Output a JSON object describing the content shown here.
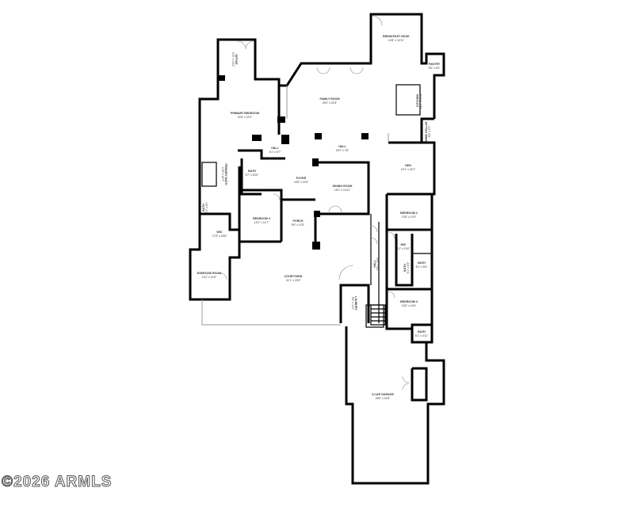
{
  "watermark": "©2026 ARMLS",
  "rooms": {
    "office": {
      "name": "OFFICE",
      "dim": "10'0\" x 13'3\""
    },
    "breakfast_nook": {
      "name": "BREAKFAST NOOK",
      "dim": "14'8\" x 13'11\""
    },
    "pantry": {
      "name": "PANTRY",
      "dim": "5'5\" x 6'5\""
    },
    "family_room": {
      "name": "FAMILY ROOM",
      "dim": "26'0\" x 20'5\""
    },
    "kitchen": {
      "name": "KITCHEN",
      "dim": "18'1\" x 20'10\""
    },
    "primary_bedroom": {
      "name": "PRIMARY BEDROOM",
      "dim": "22'8\" x 22'3\""
    },
    "hall_1": {
      "name": "HALL",
      "dim": "6'1\" x 6'7\""
    },
    "hall_2": {
      "name": "HALL",
      "dim": "15'0\" x 7'8\""
    },
    "wine_cellar": {
      "name": "WINE CELLAR",
      "dim": "4'6\" x 9'7\""
    },
    "den": {
      "name": "DEN",
      "dim": "19'1\" x 22'2\""
    },
    "bath_1": {
      "name": "BATH",
      "dim": "8'7\" x 8'10\""
    },
    "primary_bath": {
      "name": "PRIMARY BATH",
      "dim": "11'8\" x 16'7\""
    },
    "foyer": {
      "name": "FOYER",
      "dim": "15'8\" x 19'0\""
    },
    "dining_room": {
      "name": "DINING ROOM",
      "dim": "15'2\" x 14'11\""
    },
    "bath_2": {
      "name": "BATH",
      "dim": "5'1\" x 8'0\""
    },
    "bedroom_4": {
      "name": "BEDROOM 4",
      "dim": "13'2\" x 14'7\""
    },
    "porch": {
      "name": "PORCH",
      "dim": "9'8\" x 12'5\""
    },
    "wic_1": {
      "name": "WIC",
      "dim": "17'8\" x 18'8\""
    },
    "bedroom_2": {
      "name": "BEDROOM 2",
      "dim": "13'6\" x 12'9\""
    },
    "exercise_room": {
      "name": "EXERCISE ROOM",
      "dim": "9'11\" x 13'6\""
    },
    "courtyard": {
      "name": "COURTYARD",
      "dim": "41'1\" x 32'8\""
    },
    "hall_3": {
      "name": "HALL",
      "dim": "7'8\" x 28'3\""
    },
    "wic_2": {
      "name": "WIC",
      "dim": "5'1\" x 5'10\""
    },
    "bath_3": {
      "name": "BATH",
      "dim": "8'1\" x 5'6\""
    },
    "bath_4": {
      "name": "BATH",
      "dim": "5'1\" x 6'5\""
    },
    "laundry": {
      "name": "LAUNDRY",
      "dim": "9'5\" x 11'0\""
    },
    "bedroom_3": {
      "name": "BEDROOM 3",
      "dim": "13'6\" x 14'6\""
    },
    "bath_5": {
      "name": "BATH",
      "dim": "5'1\" x 4'11\""
    },
    "garage": {
      "name": "4-CAR GARAGE",
      "dim": "25'8\" x 40'8\""
    }
  }
}
